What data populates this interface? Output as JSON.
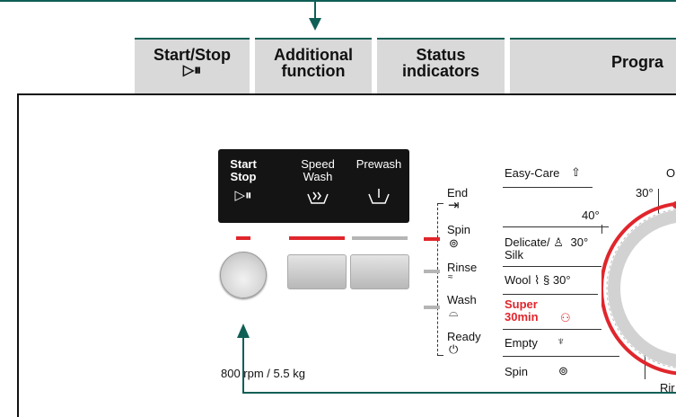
{
  "tabs": {
    "start_stop": "Start/Stop",
    "start_stop_icon": "▷⏸",
    "additional_l1": "Additional",
    "additional_l2": "function",
    "status_l1": "Status",
    "status_l2": "indicators",
    "programs": "Progra"
  },
  "display": {
    "start_l1": "Start",
    "start_l2": "Stop",
    "start_icon": "▷⏸",
    "speed_l1": "Speed",
    "speed_l2": "Wash",
    "prewash": "Prewash"
  },
  "status": {
    "end": "End",
    "spin": "Spin",
    "rinse": "Rinse",
    "wash": "Wash",
    "ready": "Ready"
  },
  "rating": "800 rpm / 5.5 kg",
  "programs": {
    "easy_care": "Easy-Care",
    "cut_o": "O",
    "t30a": "30°",
    "t40": "40°",
    "delicate_l1": "Delicate/",
    "delicate_temp": "30°",
    "delicate_l2": "Silk",
    "wool": "Wool",
    "wool_temp": "30°",
    "super_l1": "Super",
    "super_l2": "30min",
    "empty": "Empty",
    "spin": "Spin",
    "rinse_cut": "Rir"
  },
  "colors": {
    "accent": "#0f5f56",
    "red_led": "#e0262c",
    "grey_led": "#b5b5b5"
  }
}
